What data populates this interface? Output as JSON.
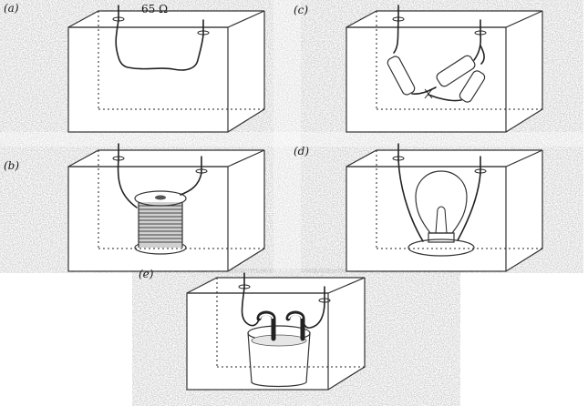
{
  "figure": {
    "panels": [
      {
        "label": "(a)",
        "component": "resistor-wire",
        "annotation": "65 Ω"
      },
      {
        "label": "(b)",
        "component": "coil"
      },
      {
        "label": "(c)",
        "component": "resistor-network"
      },
      {
        "label": "(d)",
        "component": "light-bulb"
      },
      {
        "label": "(e)",
        "component": "electrolyte-cup"
      }
    ],
    "colors": {
      "paper": "#ffffff",
      "speckle": "#9a9a9a",
      "line": "#222222"
    }
  }
}
